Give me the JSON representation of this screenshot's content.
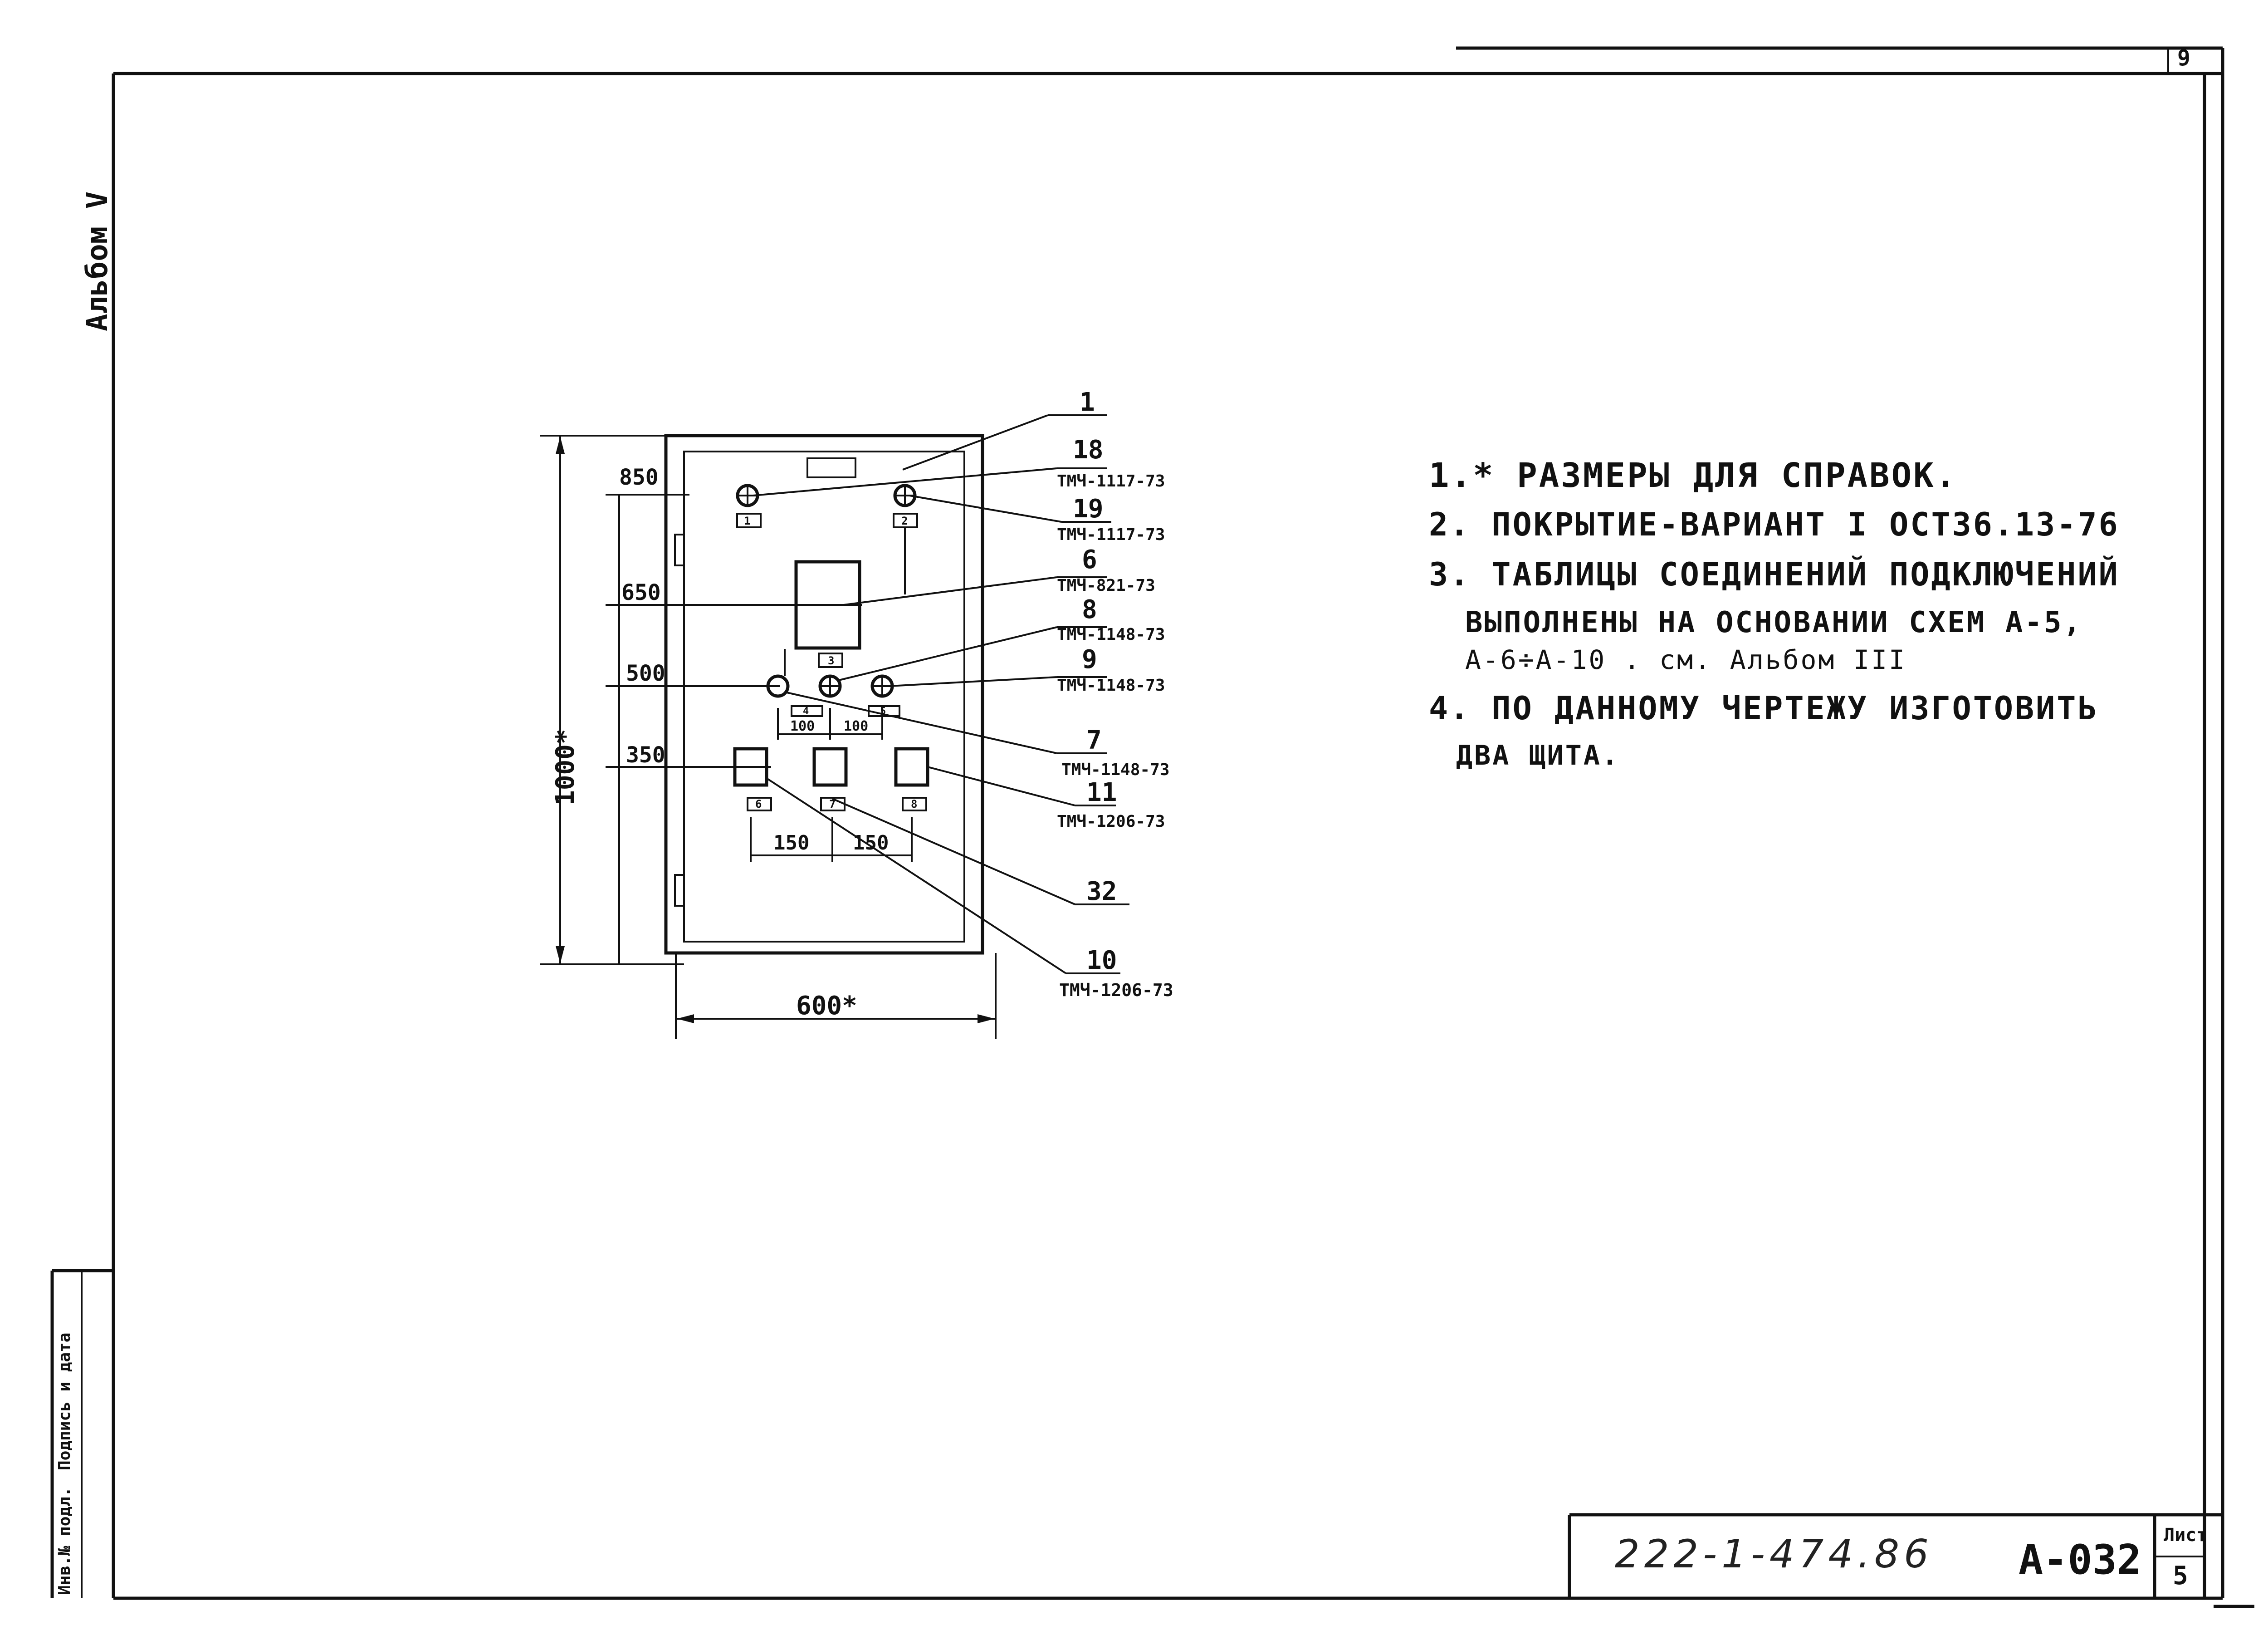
{
  "corner_page_number": "9",
  "album_label": "Альбом V",
  "side_stamp": {
    "inv_no": "Инв.№ подл.",
    "signature_date": "Подпись и дата"
  },
  "notes": [
    "1.* РАЗМЕРЫ ДЛЯ СПРАВОК.",
    "2. ПОКРЫТИЕ-ВАРИАНТ I ОСТ36.13-76",
    "3. ТАБЛИЦЫ СОЕДИНЕНИЙ ПОДКЛЮЧЕНИЙ",
    "ВЫПОЛНЕНЫ НА ОСНОВАНИИ СХЕМ А-5,",
    "А-6÷А-10 . см. Альбом III",
    "4. ПО ДАННОМУ ЧЕРТЕЖУ ИЗГОТОВИТЬ",
    "ДВА ЩИТА."
  ],
  "title_block": {
    "document_cipher": "222-1-474.86",
    "drawing_code": "А-032",
    "sheet_label": "Лист",
    "sheet_number": "5"
  },
  "drawing": {
    "overall_height": "1000*",
    "overall_width": "600*",
    "levels": [
      "850",
      "650",
      "500",
      "350"
    ],
    "spacing_small": [
      "100",
      "100"
    ],
    "spacing_large": [
      "150",
      "150"
    ],
    "device_tags": [
      "1",
      "2",
      "3",
      "4",
      "5",
      "6",
      "7",
      "8"
    ],
    "callouts": [
      {
        "pos": "1",
        "ref": ""
      },
      {
        "pos": "18",
        "ref": "ТМЧ-1117-73"
      },
      {
        "pos": "19",
        "ref": "ТМЧ-1117-73"
      },
      {
        "pos": "6",
        "ref": "ТМЧ-821-73"
      },
      {
        "pos": "8",
        "ref": "ТМЧ-1148-73"
      },
      {
        "pos": "9",
        "ref": "ТМЧ-1148-73"
      },
      {
        "pos": "7",
        "ref": "ТМЧ-1148-73"
      },
      {
        "pos": "11",
        "ref": "ТМЧ-1206-73"
      },
      {
        "pos": "32",
        "ref": ""
      },
      {
        "pos": "10",
        "ref": "ТМЧ-1206-73"
      }
    ]
  }
}
